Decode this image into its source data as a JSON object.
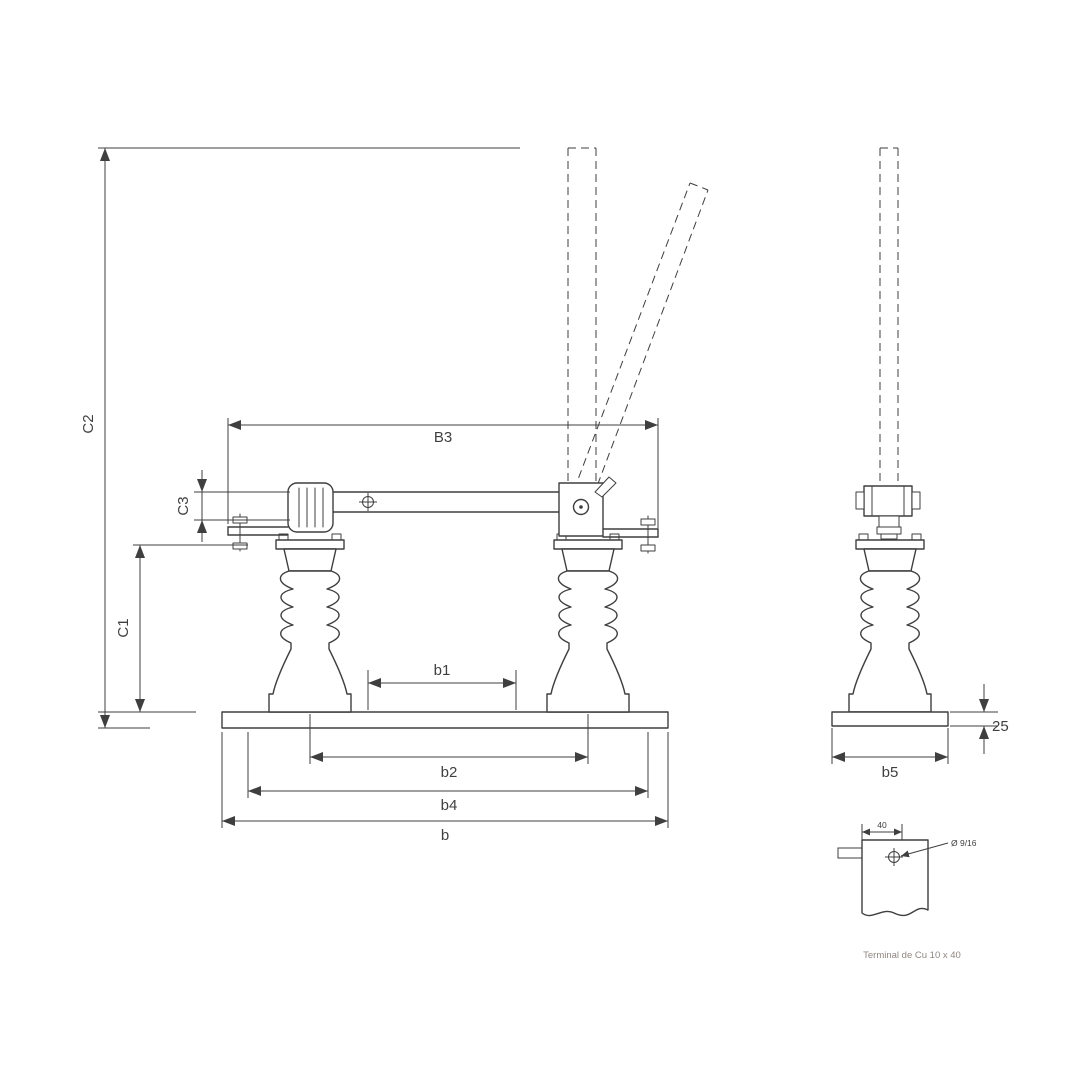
{
  "drawing": {
    "dims": {
      "C2": "C2",
      "C3": "C3",
      "C1": "C1",
      "B3": "B3",
      "b1": "b1",
      "b2": "b2",
      "b4": "b4",
      "b": "b",
      "b5": "b5",
      "plate_thickness": "25",
      "terminal_width": "40",
      "hole_diameter": "Ø 9/16"
    },
    "caption": "Terminal de Cu 10 x 40",
    "colors": {
      "line": "#3f3f3f",
      "caption": "#8f8680",
      "background": "#ffffff"
    }
  }
}
